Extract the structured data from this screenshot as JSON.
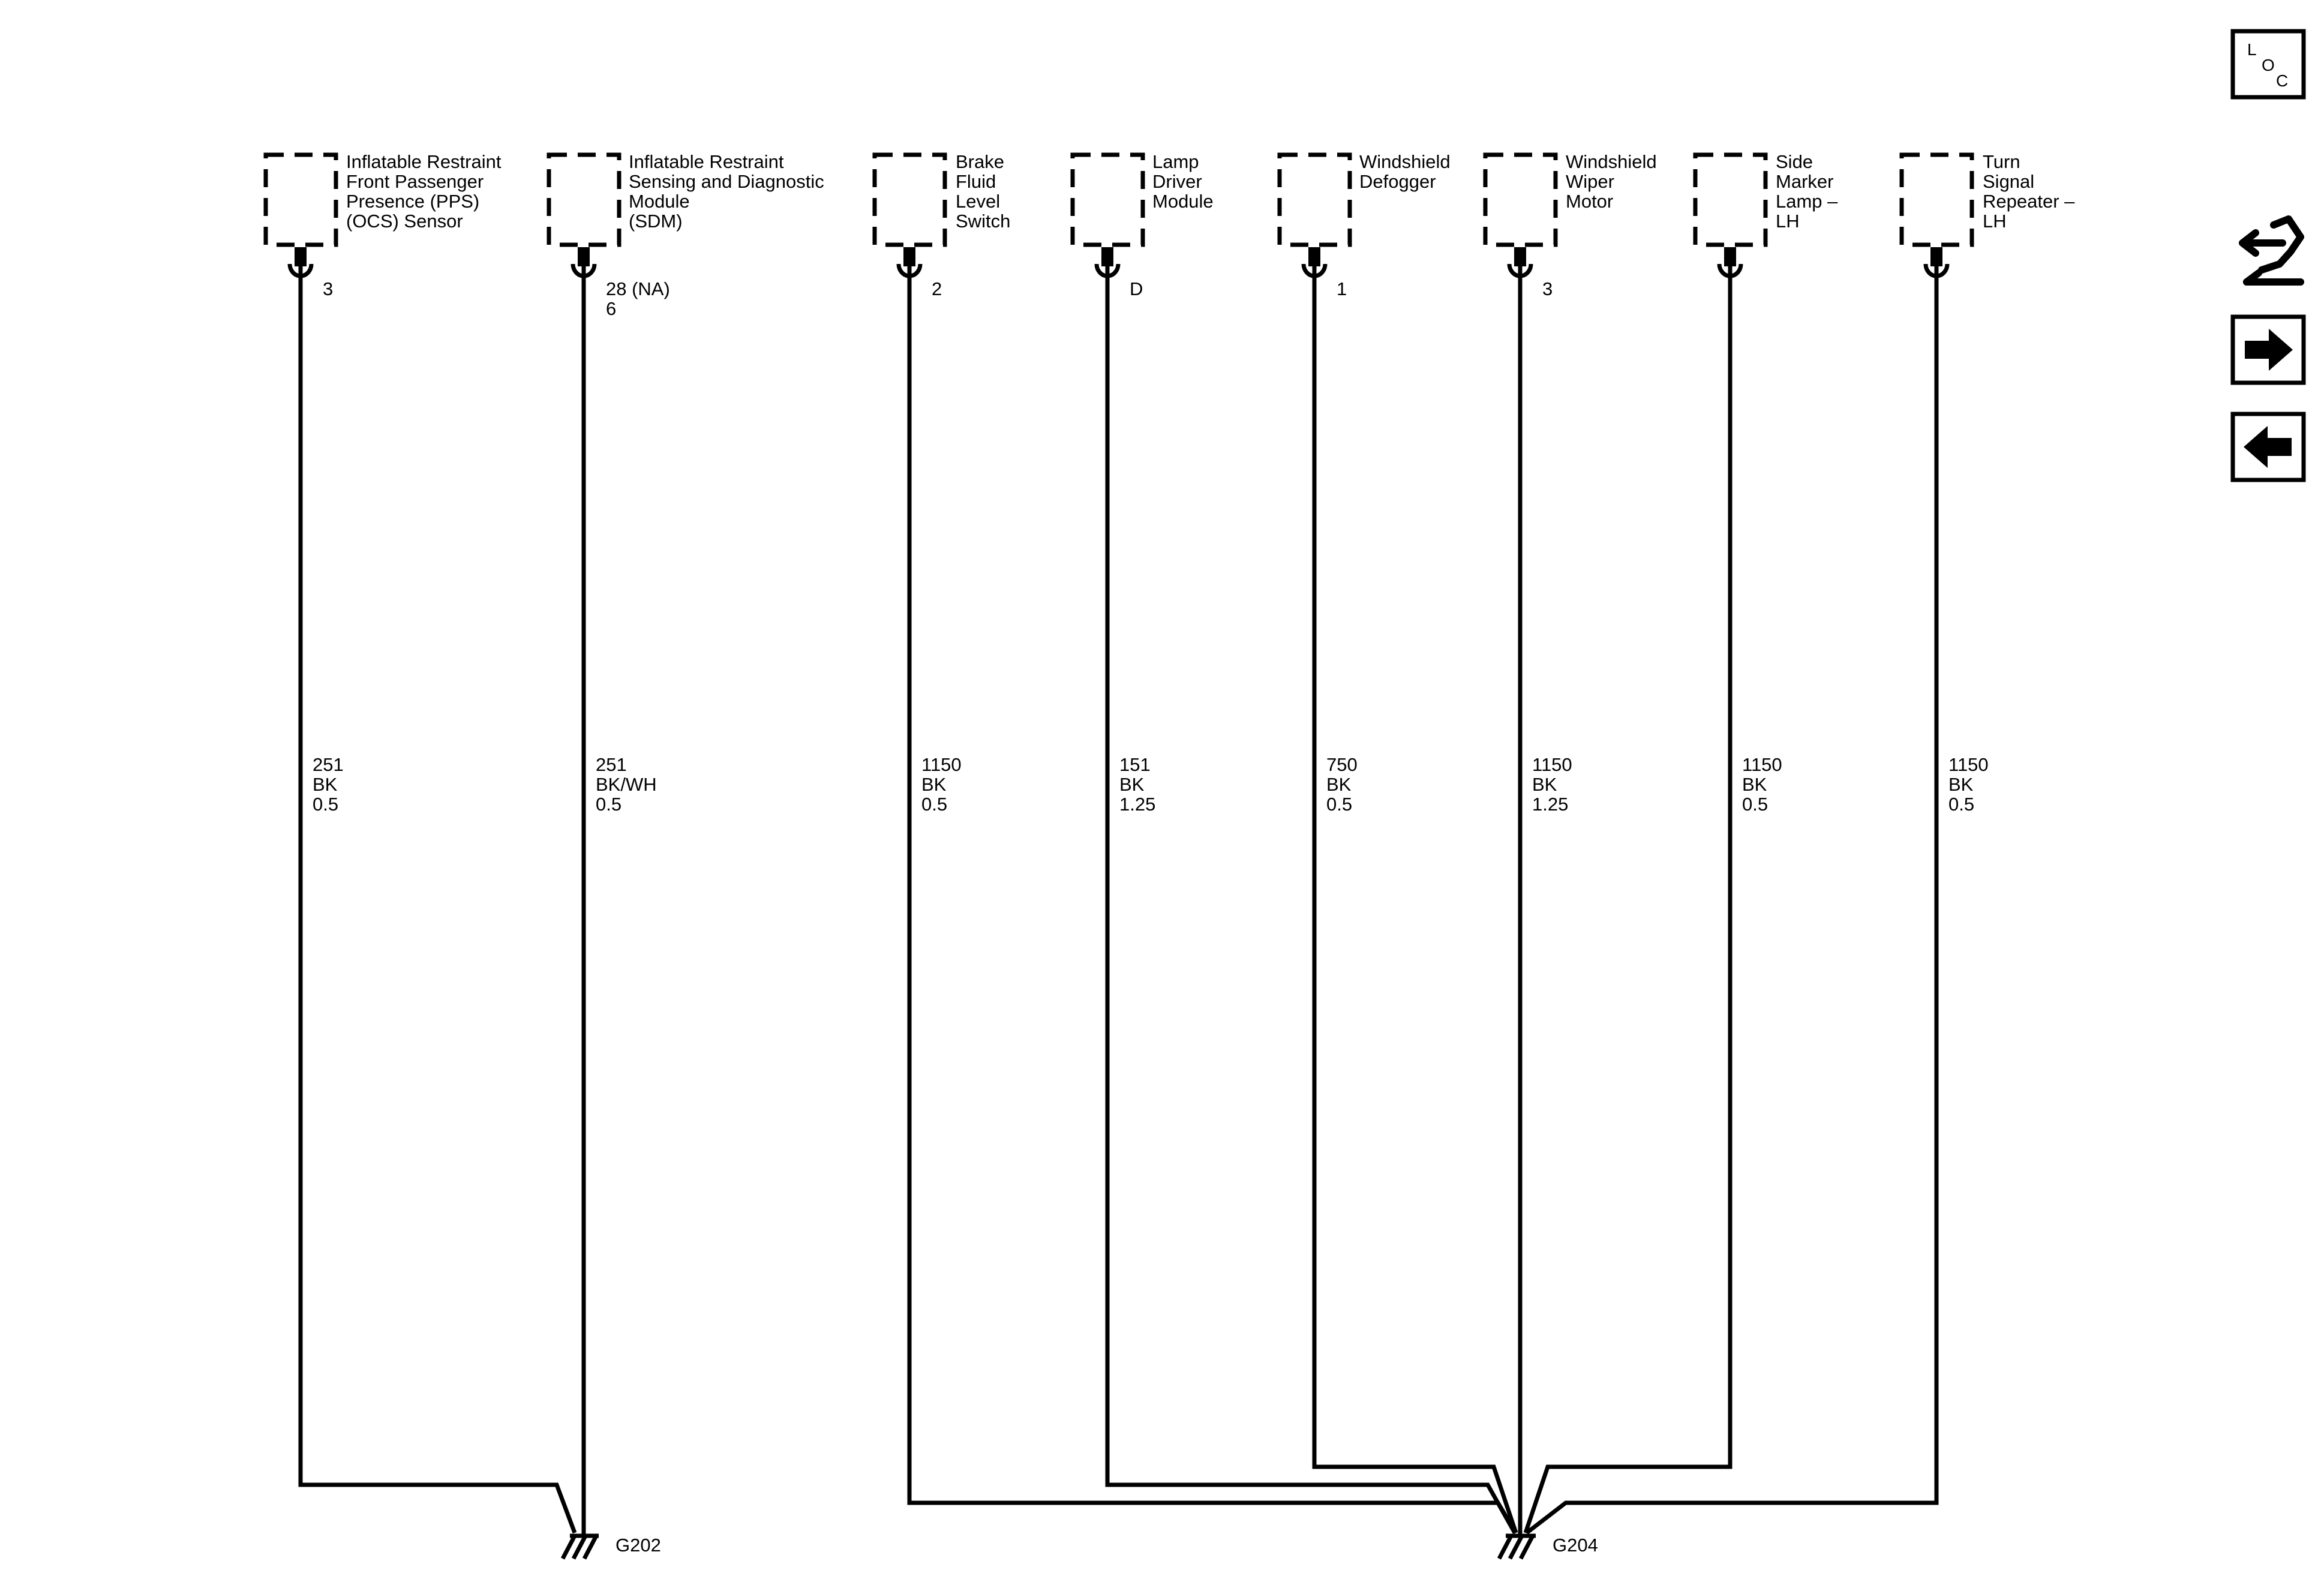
{
  "components": [
    {
      "id": "pps",
      "label_lines": [
        "Inflatable Restraint",
        "Front Passenger",
        "Presence (PPS)",
        "(OCS) Sensor"
      ],
      "pin_lines": [
        "3"
      ],
      "wire": {
        "circuit": "251",
        "color": "BK",
        "size": "0.5"
      },
      "ground": "G202"
    },
    {
      "id": "sdm",
      "label_lines": [
        "Inflatable Restraint",
        "Sensing and Diagnostic",
        "Module",
        "(SDM)"
      ],
      "pin_lines": [
        "28 (NA)",
        "6"
      ],
      "wire": {
        "circuit": "251",
        "color": "BK/WH",
        "size": "0.5"
      },
      "ground": "G202"
    },
    {
      "id": "brake-fluid",
      "label_lines": [
        "Brake",
        "Fluid",
        "Level",
        "Switch"
      ],
      "pin_lines": [
        "2"
      ],
      "wire": {
        "circuit": "1150",
        "color": "BK",
        "size": "0.5"
      },
      "ground": "G204"
    },
    {
      "id": "lamp-driver",
      "label_lines": [
        "Lamp",
        "Driver",
        "Module"
      ],
      "pin_lines": [
        "D"
      ],
      "wire": {
        "circuit": "151",
        "color": "BK",
        "size": "1.25"
      },
      "ground": "G204"
    },
    {
      "id": "defogger",
      "label_lines": [
        "Windshield",
        "Defogger"
      ],
      "pin_lines": [
        "1"
      ],
      "wire": {
        "circuit": "750",
        "color": "BK",
        "size": "0.5"
      },
      "ground": "G204"
    },
    {
      "id": "wiper",
      "label_lines": [
        "Windshield",
        "Wiper",
        "Motor"
      ],
      "pin_lines": [
        "3"
      ],
      "wire": {
        "circuit": "1150",
        "color": "BK",
        "size": "1.25"
      },
      "ground": "G204"
    },
    {
      "id": "side-marker",
      "label_lines": [
        "Side",
        "Marker",
        "Lamp –",
        "LH"
      ],
      "pin_lines": [
        ""
      ],
      "wire": {
        "circuit": "1150",
        "color": "BK",
        "size": "0.5"
      },
      "ground": "G204"
    },
    {
      "id": "turn-signal",
      "label_lines": [
        "Turn",
        "Signal",
        "Repeater –",
        "LH"
      ],
      "pin_lines": [
        ""
      ],
      "wire": {
        "circuit": "1150",
        "color": "BK",
        "size": "0.5"
      },
      "ground": "G204"
    }
  ],
  "grounds": [
    {
      "id": "g202",
      "label": "G202"
    },
    {
      "id": "g204",
      "label": "G204"
    }
  ],
  "nav": {
    "loc_letters": [
      "L",
      "O",
      "C"
    ],
    "icons": [
      "harness-connector-icon",
      "arrow-right-icon",
      "arrow-left-icon"
    ]
  },
  "colors": {
    "ink": "#000000",
    "paper": "#ffffff"
  }
}
